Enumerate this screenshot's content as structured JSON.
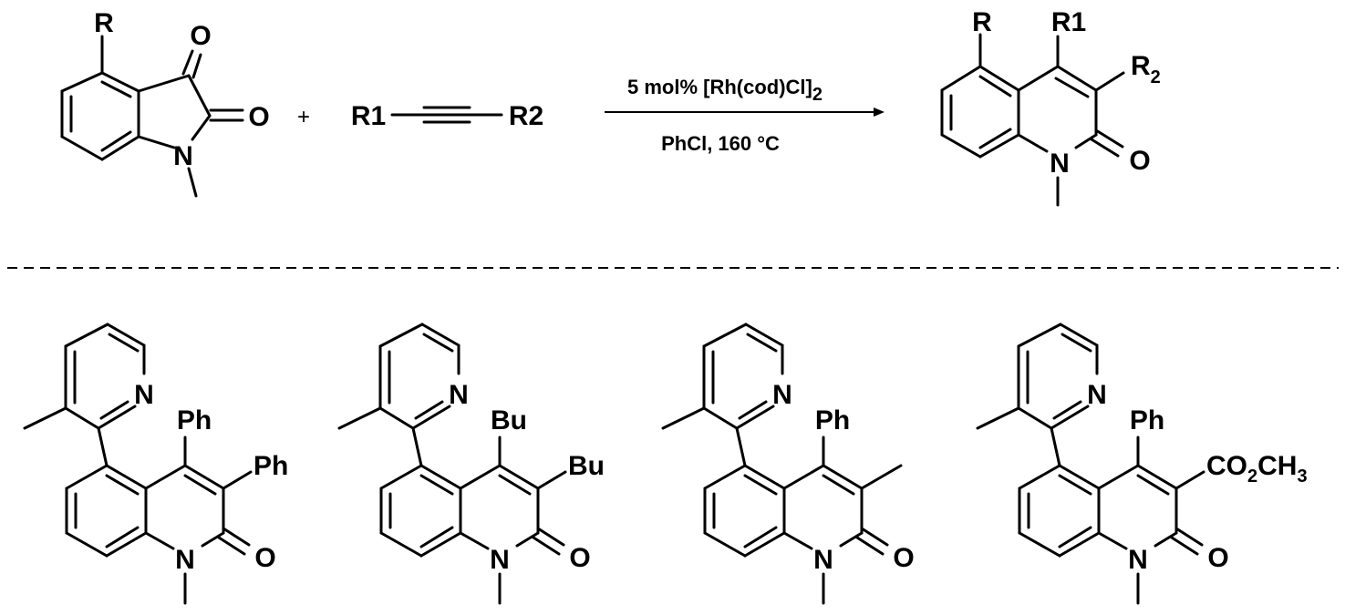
{
  "reaction": {
    "reactant1": {
      "r_label": "R",
      "ketone_o": "O",
      "amide_o": "O",
      "n_label": "N"
    },
    "plus": "+",
    "reactant2": {
      "left": "R1",
      "right": "R2"
    },
    "conditions": {
      "catalyst_prefix": "5 mol% [Rh(cod)Cl]",
      "catalyst_subscript": "2",
      "solvent_temp": "PhCl, 160 °C"
    },
    "product": {
      "r_label": "R",
      "r1_label": "R1",
      "r2_label": "R",
      "r2_subscript": "2",
      "o_label": "O",
      "n_label": "N"
    }
  },
  "examples": [
    {
      "pyridine_n": "N",
      "sub4": "Ph",
      "sub3": "Ph",
      "n_label": "N",
      "o_label": "O"
    },
    {
      "pyridine_n": "N",
      "sub4": "Bu",
      "sub3": "Bu",
      "n_label": "N",
      "o_label": "O"
    },
    {
      "pyridine_n": "N",
      "sub4": "Ph",
      "n_label": "N",
      "o_label": "O"
    },
    {
      "pyridine_n": "N",
      "sub4": "Ph",
      "sub3_parts": [
        "CO",
        "2",
        "CH",
        "3"
      ],
      "n_label": "N",
      "o_label": "O"
    }
  ]
}
